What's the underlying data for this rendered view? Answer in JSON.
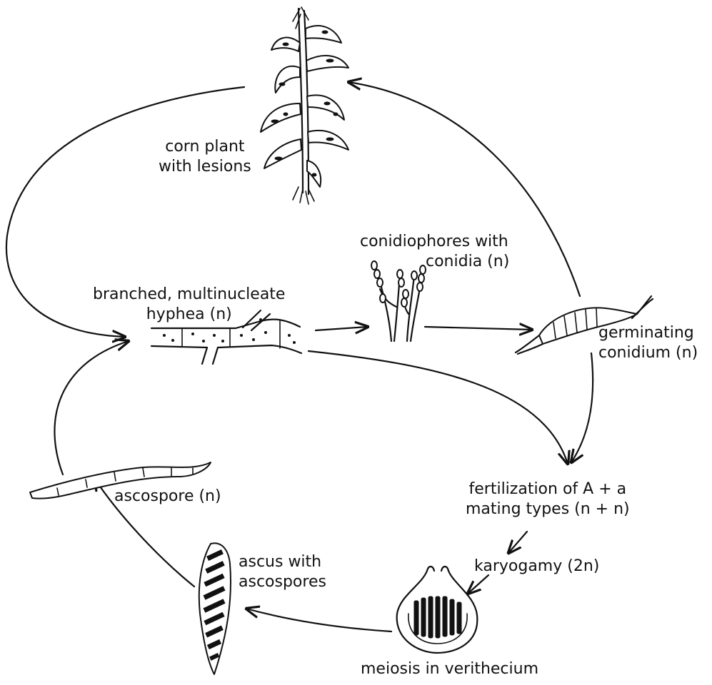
{
  "labels": {
    "corn_plant_1": "corn plant",
    "corn_plant_2": "with lesions",
    "conidiophores_1": "conidiophores with",
    "conidiophores_2": "conidia (n)",
    "hyphea_1": "branched, multinucleate",
    "hyphea_2": "hyphea (n)",
    "germinating_1": "germinating",
    "germinating_2": "conidium (n)",
    "fertilization_1": "fertilization of A + a",
    "fertilization_2": "mating types (n + n)",
    "karyogamy": "karyogamy (2n)",
    "ascospore": "ascospore (n)",
    "ascus_1": "ascus with",
    "ascus_2": "ascospores",
    "meiosis": "meiosis in verithecium"
  }
}
